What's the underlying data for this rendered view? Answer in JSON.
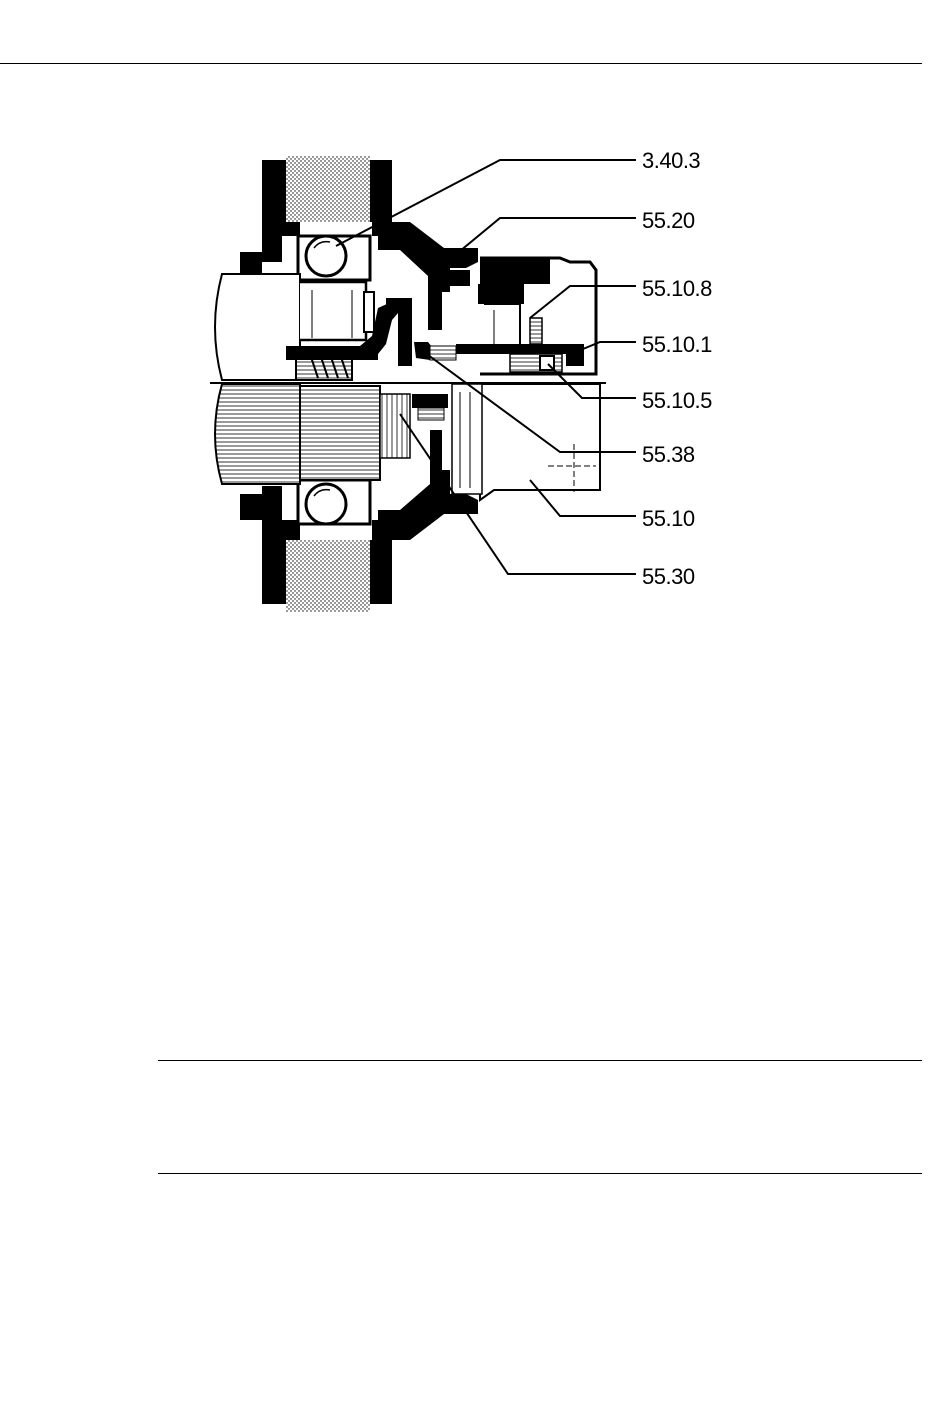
{
  "diagram": {
    "callouts": [
      {
        "id": "c1",
        "text": "3.40.3"
      },
      {
        "id": "c2",
        "text": "55.20"
      },
      {
        "id": "c3",
        "text": "55.10.8"
      },
      {
        "id": "c4",
        "text": "55.10.1"
      },
      {
        "id": "c5",
        "text": "55.10.5"
      },
      {
        "id": "c6",
        "text": "55.38"
      },
      {
        "id": "c7",
        "text": "55.10"
      },
      {
        "id": "c8",
        "text": "55.30"
      }
    ]
  }
}
